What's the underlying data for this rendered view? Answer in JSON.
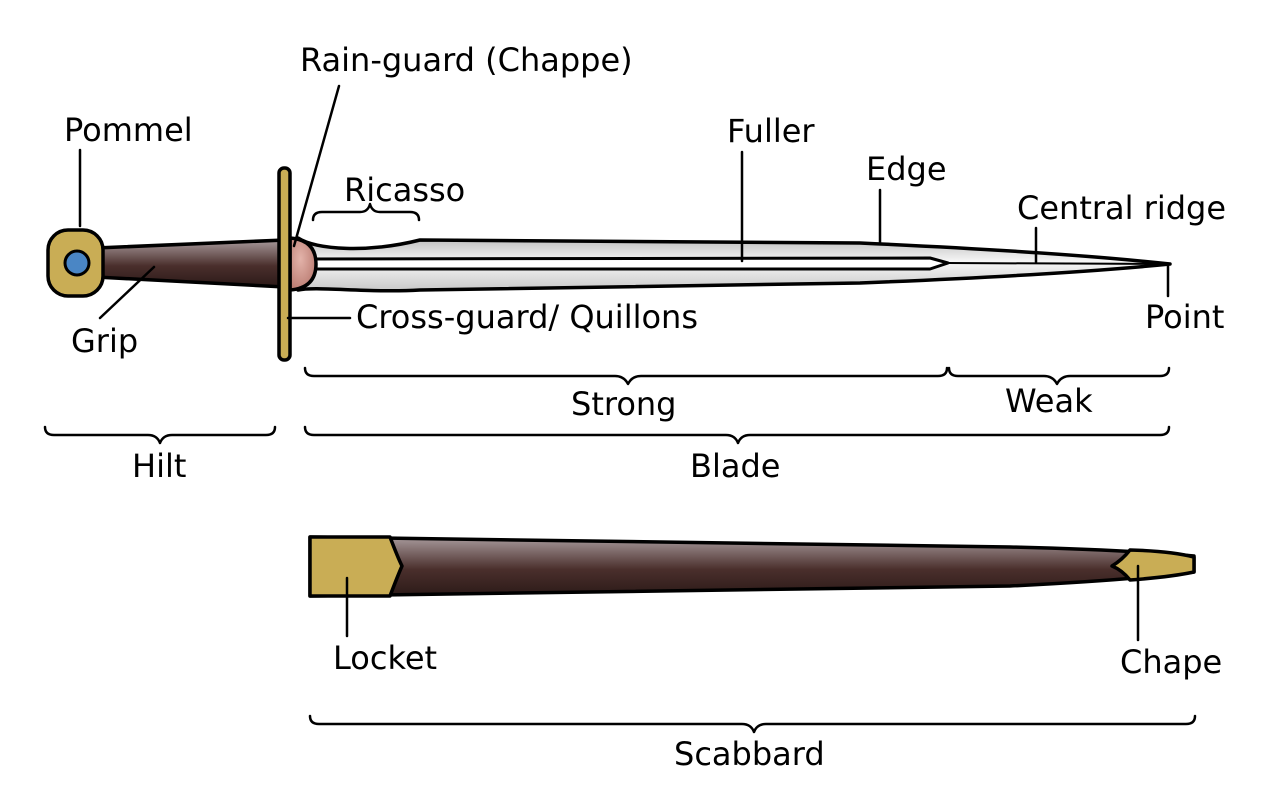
{
  "labels": {
    "rain_guard": "Rain-guard (Chappe)",
    "pommel": "Pommel",
    "fuller": "Fuller",
    "ricasso": "Ricasso",
    "edge": "Edge",
    "central_ridge": "Central ridge",
    "grip": "Grip",
    "cross_guard": "Cross-guard/ Quillons",
    "point": "Point",
    "strong": "Strong",
    "weak": "Weak",
    "hilt": "Hilt",
    "blade": "Blade",
    "locket": "Locket",
    "chape": "Chape",
    "scabbard": "Scabbard"
  },
  "colors": {
    "brass": "#c9ad55",
    "pommel_gem": "#4a86c5",
    "leather_dark": "#2c1a18",
    "leather_light": "#a89a9c",
    "steel_light": "#f2f2f2",
    "steel_mid": "#bdbdbd",
    "chappe": "#c98a80",
    "outline": "#000000"
  },
  "icons": {
    "sword": "sword-illustration",
    "scabbard": "scabbard-illustration"
  }
}
